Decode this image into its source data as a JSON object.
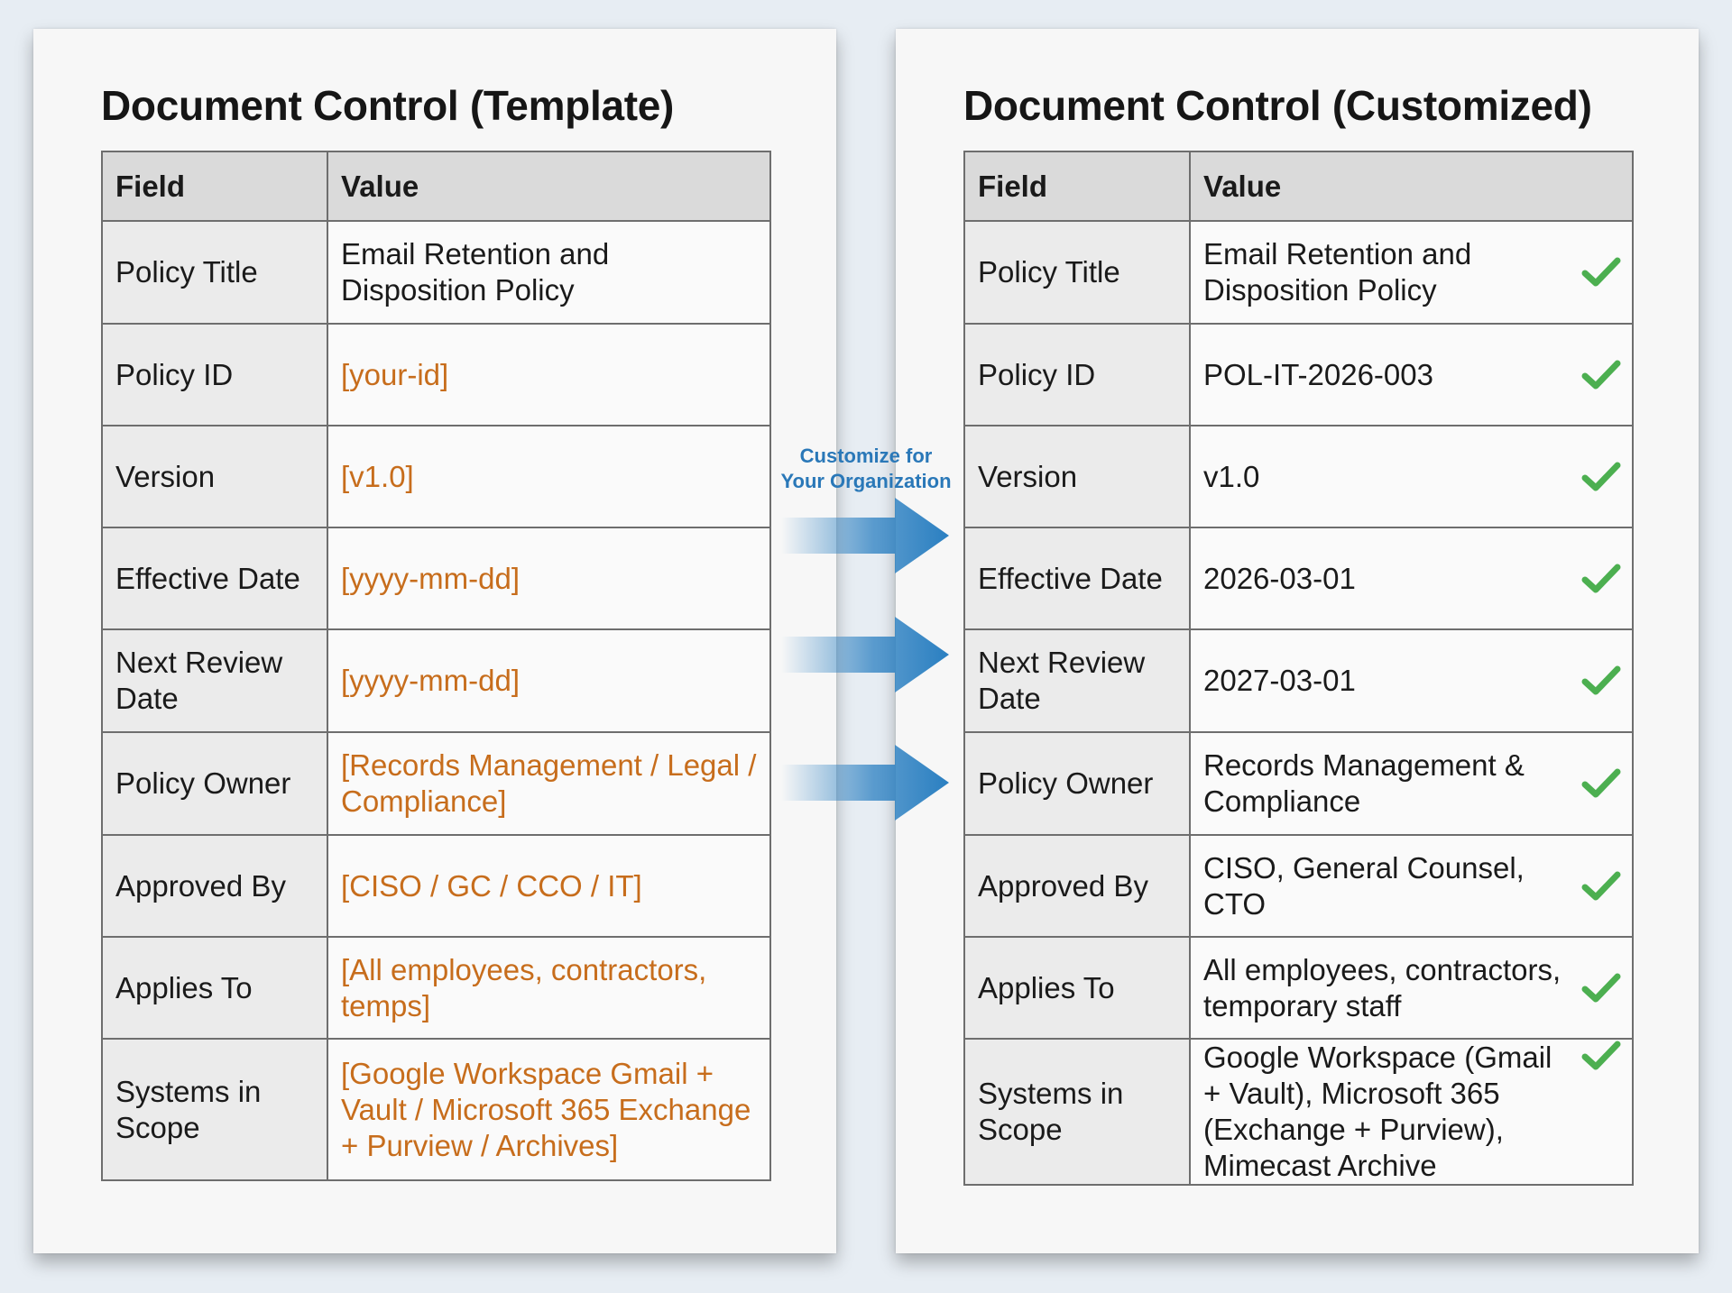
{
  "template": {
    "title": "Document Control (Template)",
    "header_field": "Field",
    "header_value": "Value",
    "rows": [
      {
        "field": "Policy Title",
        "value": "Email Retention and Disposition Policy"
      },
      {
        "field": "Policy ID",
        "value": "[your-id]"
      },
      {
        "field": "Version",
        "value": "[v1.0]"
      },
      {
        "field": "Effective Date",
        "value": "[yyyy-mm-dd]"
      },
      {
        "field": "Next Review Date",
        "value": "[yyyy-mm-dd]"
      },
      {
        "field": "Policy Owner",
        "value": "[Records Management / Legal / Compliance]"
      },
      {
        "field": "Approved By",
        "value": "[CISO / GC / CCO / IT]"
      },
      {
        "field": "Applies To",
        "value": "[All employees, contractors, temps]"
      },
      {
        "field": "Systems in Scope",
        "value": "[Google Workspace Gmail + Vault / Microsoft 365 Exchange + Purview / Archives]"
      }
    ]
  },
  "customized": {
    "title": "Document Control (Customized)",
    "header_field": "Field",
    "header_value": "Value",
    "rows": [
      {
        "field": "Policy Title",
        "value": "Email Retention and Disposition Policy"
      },
      {
        "field": "Policy ID",
        "value": "POL-IT-2026-003"
      },
      {
        "field": "Version",
        "value": "v1.0"
      },
      {
        "field": "Effective Date",
        "value": "2026-03-01"
      },
      {
        "field": "Next Review Date",
        "value": "2027-03-01"
      },
      {
        "field": "Policy Owner",
        "value": "Records Management & Compliance"
      },
      {
        "field": "Approved By",
        "value": "CISO, General Counsel, CTO"
      },
      {
        "field": "Applies To",
        "value": "All employees, contractors, temporary staff"
      },
      {
        "field": "Systems in Scope",
        "value": "Google Workspace (Gmail + Vault), Microsoft 365 (Exchange + Purview), Mimecast Archive"
      }
    ]
  },
  "annotation": {
    "line1": "Customize for",
    "line2": "Your Organization"
  },
  "colors": {
    "placeholder": "#c76d1c",
    "check": "#4caf50",
    "arrow": "#2a7fc1",
    "annotation": "#2a78b8"
  },
  "icons": {
    "check": "check-icon",
    "arrow": "right-arrow-icon"
  }
}
